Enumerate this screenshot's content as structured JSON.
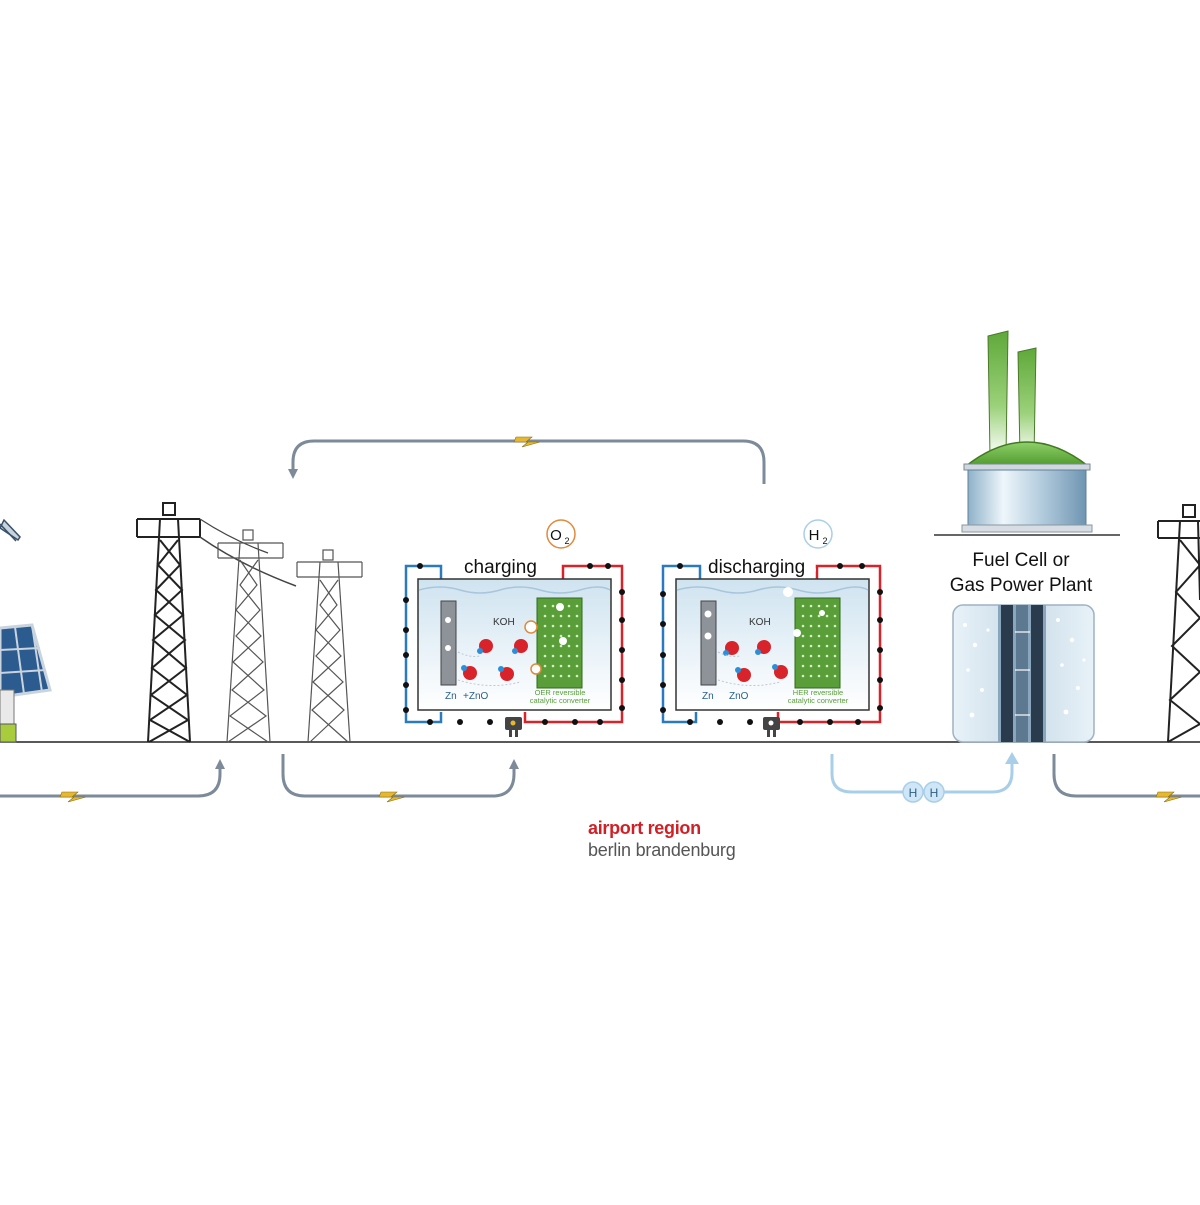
{
  "cells": {
    "charging": {
      "title": "charging",
      "gas": "O",
      "gas_sub": "2",
      "electrolyte": "KOH",
      "anode": "Zn",
      "anode_product": "+ZnO",
      "converter_line1": "OER reversible",
      "converter_line2": "catalytic converter"
    },
    "discharging": {
      "title": "discharging",
      "gas": "H",
      "gas_sub": "2",
      "electrolyte": "KOH",
      "anode": "Zn",
      "anode_product": "ZnO",
      "converter_line1": "HER reversible",
      "converter_line2": "catalytic converter"
    }
  },
  "plant": {
    "line1": "Fuel Cell or",
    "line2": "Gas Power Plant"
  },
  "hydrogen": {
    "atom1": "H",
    "atom2": "H"
  },
  "logo": {
    "line1": "airport region",
    "line2": "berlin brandenburg"
  },
  "colors": {
    "flow_arrow": "#7d8a99",
    "hydrogen_flow": "#a9cfe8",
    "positive_wire": "#d8232a",
    "negative_wire": "#2a7ac0",
    "catalyst_green": "#5a9e3a",
    "oxygen_atom": "#d8232a",
    "lightning": "#e5b830",
    "logo_red": "#d21f26"
  },
  "icons": [
    "wind-turbine-icon",
    "solar-panel-icon",
    "power-pylon-icon",
    "lightning-icon",
    "battery-cell-icon",
    "plug-icon",
    "power-plant-icon",
    "hydrogen-molecule-icon"
  ]
}
